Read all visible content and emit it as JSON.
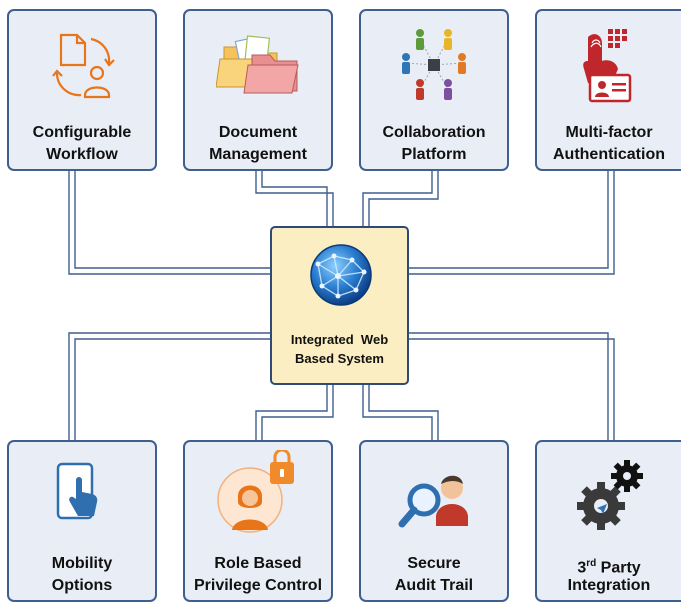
{
  "center": {
    "line1": "Integrated  Web",
    "line2": "Based System"
  },
  "features_top": [
    {
      "line1": "Configurable",
      "line2": "Workflow",
      "icon": "workflow-icon"
    },
    {
      "line1": "Document",
      "line2": "Management",
      "icon": "folders-icon"
    },
    {
      "line1": "Collaboration",
      "line2": "Platform",
      "icon": "people-network-icon"
    },
    {
      "line1": "Multi-factor",
      "line2": "Authentication",
      "icon": "fingerprint-id-icon"
    }
  ],
  "features_bottom": [
    {
      "line1": "Mobility",
      "line2": "Options",
      "icon": "touch-tablet-icon"
    },
    {
      "line1": "Role Based",
      "line2": "Privilege Control",
      "icon": "user-lock-icon"
    },
    {
      "line1": "Secure",
      "line2": "Audit Trail",
      "icon": "audit-magnifier-icon"
    },
    {
      "line1_main": "3",
      "line1_sup": "rd",
      "line1_rest": " Party",
      "line2": "Integration",
      "icon": "gears-icon"
    }
  ],
  "colors": {
    "box_fill": "#e9eef6",
    "box_border": "#3f5f8f",
    "center_fill": "#fbeec2",
    "wire": "#3f5f8f"
  }
}
